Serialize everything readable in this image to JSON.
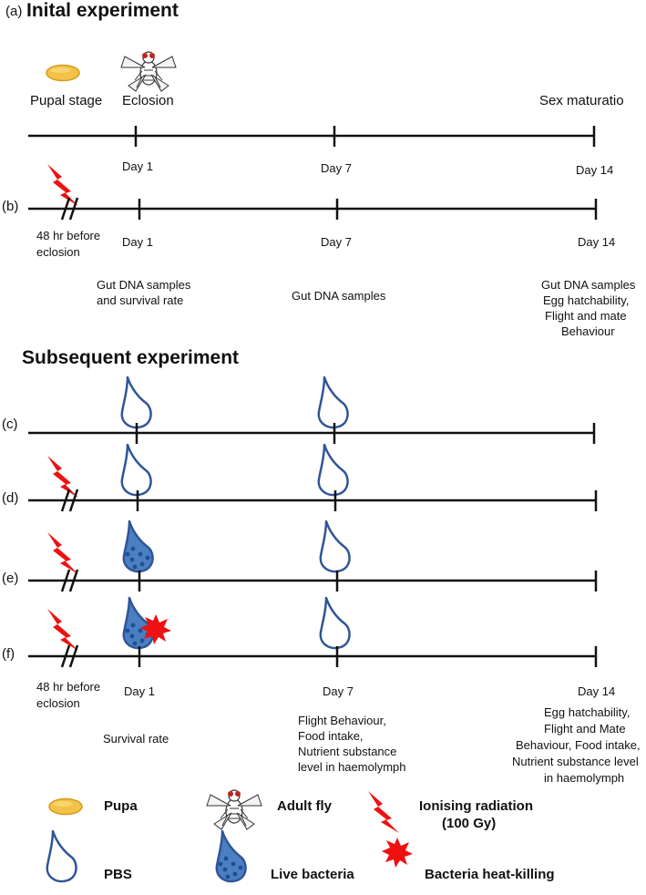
{
  "panels": {
    "a": "(a)",
    "b": "(b)",
    "c": "(c)",
    "d": "(d)",
    "e": "(e)",
    "f": "(f)"
  },
  "titles": {
    "initial": "Inital experiment",
    "subsequent": "Subsequent experiment"
  },
  "row_a": {
    "pupal": "Pupal stage",
    "eclosion": "Eclosion",
    "sex": "Sex maturatio",
    "day1": "Day 1",
    "day7": "Day 7",
    "day14": "Day 14"
  },
  "row_b": {
    "before_line1": "48 hr  before",
    "before_line2": "eclosion",
    "day1": "Day 1",
    "day7": "Day 7",
    "day14": "Day 14",
    "note_day1_line1": "Gut DNA samples",
    "note_day1_line2": "and survival rate",
    "note_day7": "Gut DNA samples",
    "note_day14_line1": "Gut DNA   samples",
    "note_day14_line2": "Egg hatchability,",
    "note_day14_line3": "Flight and mate",
    "note_day14_line4": "Behaviour"
  },
  "row_f": {
    "before_line1": "48 hr  before",
    "before_line2": "eclosion",
    "day1": "Day 1",
    "day7": "Day 7",
    "day14": "Day 14",
    "note_day1": "Survival rate",
    "note_day7_line1": "Flight  Behaviour,",
    "note_day7_line2": "Food intake,",
    "note_day7_line3": "Nutrient substance",
    "note_day7_line4": "level in haemolymph",
    "note_day14_line1": "Egg hatchability,",
    "note_day14_line2": "Flight and Mate",
    "note_day14_line3": "Behaviour, Food intake,",
    "note_day14_line4": "Nutrient substance level",
    "note_day14_line5": "in haemolymph"
  },
  "legend": {
    "pupa": "Pupa",
    "adult": "Adult fly",
    "radiation_line1": "Ionising radiation",
    "radiation_line2": "(100 Gy)",
    "pbs": "PBS",
    "live": "Live bacteria",
    "heat": "Bacteria heat-killing"
  },
  "colors": {
    "line": "#111111",
    "pupa_fill": "#f3c248",
    "pupa_stroke": "#d99a1e",
    "drop_stroke": "#2f5597",
    "drop_fill": "#4a7fc1",
    "dots": "#1f4e96",
    "radiation": "#ee1111"
  }
}
